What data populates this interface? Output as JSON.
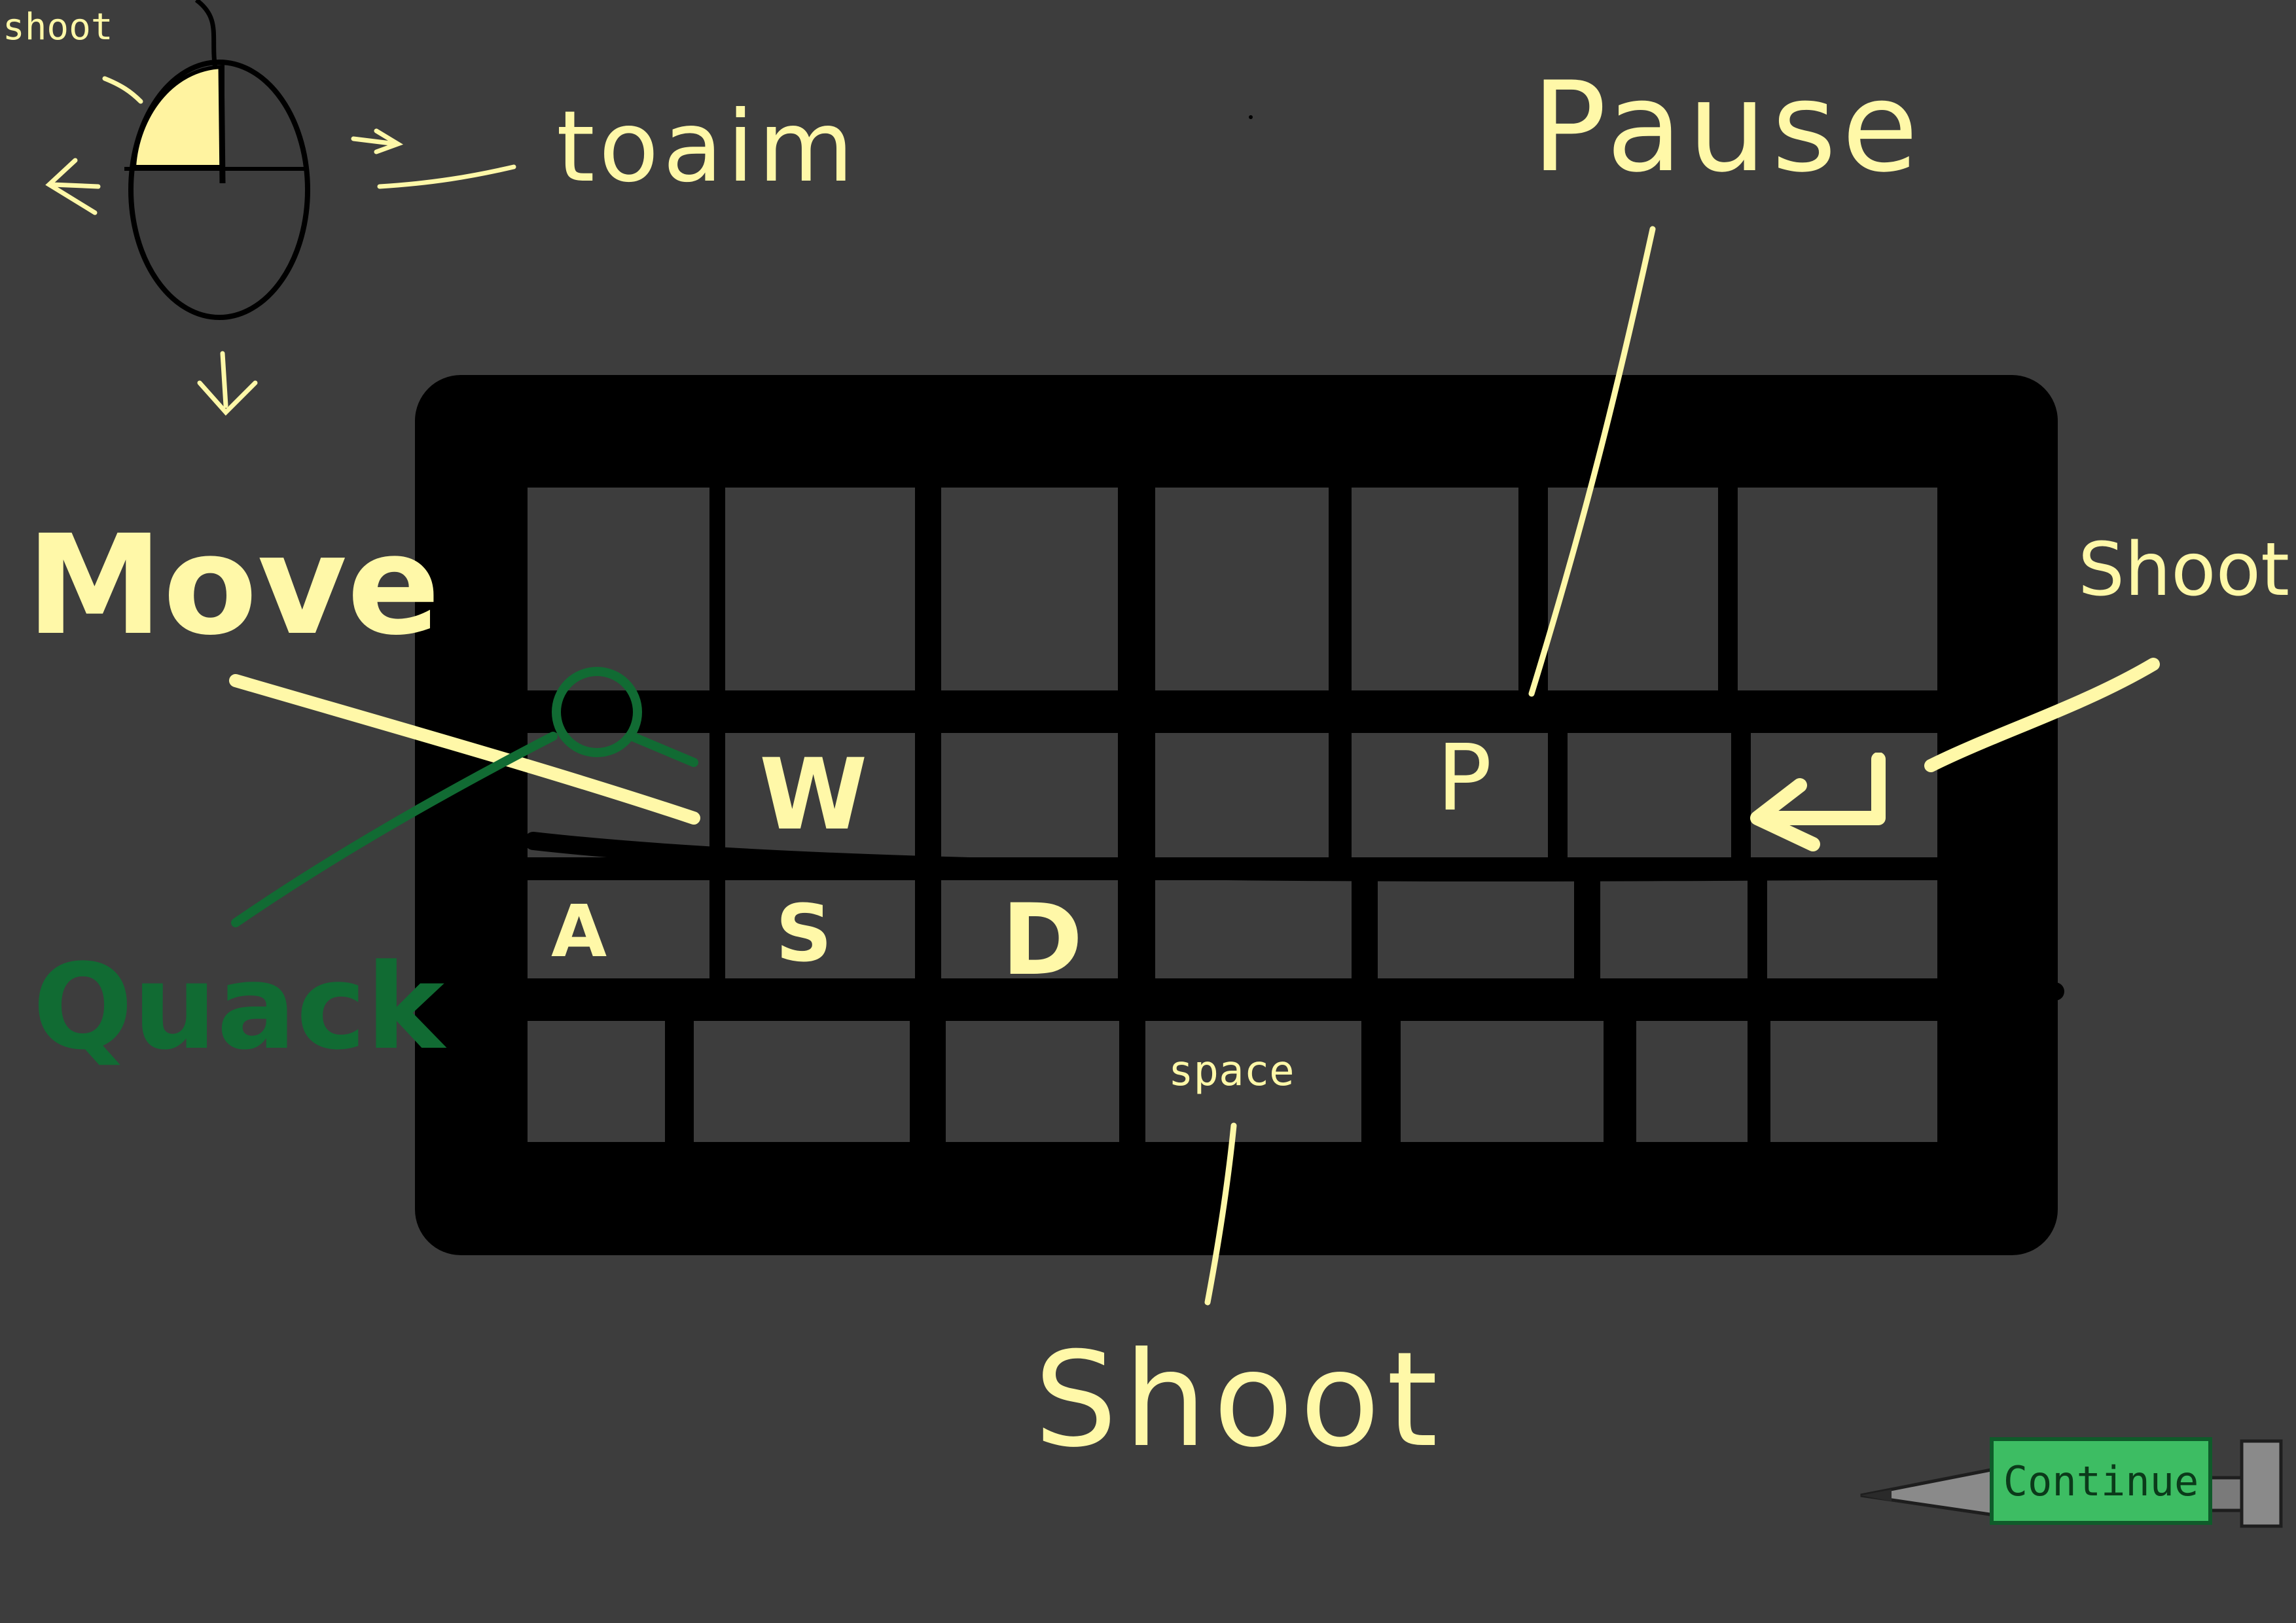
{
  "mouse": {
    "shoot_label": "shoot",
    "aim_label": "toaim"
  },
  "keyboard": {
    "keys": [
      "W",
      "A",
      "S",
      "D",
      "P",
      "space"
    ],
    "enter_icon": "enter-arrow-icon"
  },
  "labels": {
    "move": "Move",
    "quack": "Quack",
    "pause": "Pause",
    "shoot_right": "Shoot",
    "shoot_bottom": "Shoot"
  },
  "continue_button": {
    "label": "Continue"
  },
  "colors": {
    "background": "#3d3d3d",
    "ink_yellow": "#fff8a8",
    "ink_green": "#116b33",
    "keyboard": "#000000",
    "button_fill": "#3dbd63"
  }
}
